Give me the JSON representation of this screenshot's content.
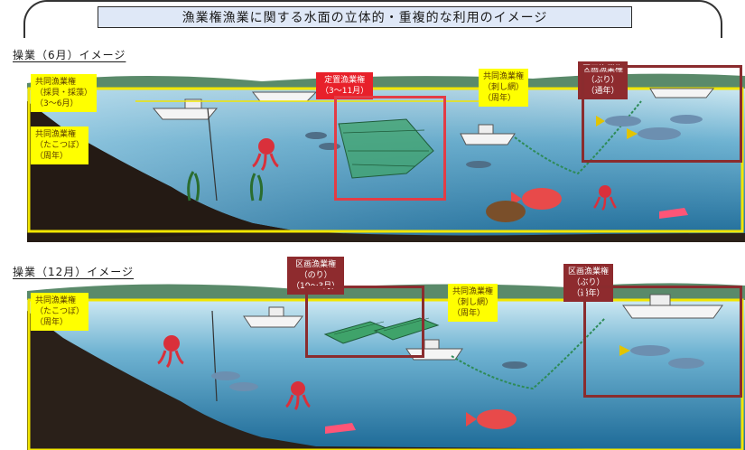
{
  "title": "漁業権漁業に関する水面の立体的・重複的な利用のイメージ",
  "june": {
    "section_label": "操業（6月）イメージ",
    "common_shellfish": "共同漁業権\n（採貝・採藻）\n（3～6月）",
    "common_octopus": "共同漁業権\n（たこつぼ）\n（周年）",
    "fixed_net": "定置漁業権\n（3～11月）",
    "common_gillnet": "共同漁業権\n（刺し網）\n（周年）",
    "demarcated_yellowtail": "区画漁業権\n（ぶり）\n（通年）"
  },
  "december": {
    "section_label": "操業（12月）イメージ",
    "common_octopus": "共同漁業権\n（たこつぼ）\n（周年）",
    "demarcated_nori": "区画漁業権\n（のり）\n（10～3月）",
    "common_gillnet": "共同漁業権\n（刺し網）\n（周年）",
    "demarcated_yellowtail": "区画漁業権\n（ぶり）\n（通年）"
  },
  "colors": {
    "frame_yellow": "#f2e600",
    "tag_yellow": "#ffff00",
    "tag_red": "#e8202a",
    "tag_maroon": "#8e2b2e",
    "water_deep": "#1e6c9a",
    "water_light": "#bfe0ee",
    "seabed": "#2a2019",
    "title_bg": "#dfe8f7"
  },
  "icons": [
    "boat-icon",
    "octopus-icon",
    "fish-icon",
    "red-snapper-icon",
    "flounder-icon",
    "squid-icon",
    "fixed-net-icon",
    "nori-raft-icon",
    "buoy-line-icon"
  ]
}
